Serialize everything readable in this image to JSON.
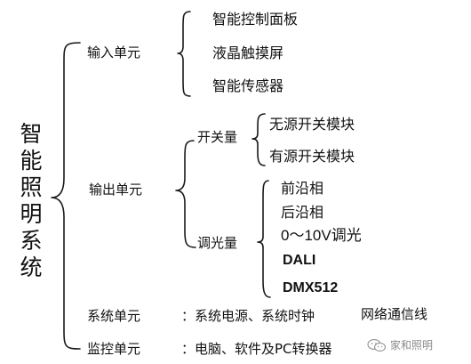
{
  "root": {
    "title": "智能照明系统"
  },
  "input_unit": {
    "label": "输入单元",
    "items": [
      "智能控制面板",
      "液晶触摸屏",
      "智能传感器"
    ]
  },
  "output_unit": {
    "label": "输出单元",
    "switching": {
      "label": "开关量",
      "items": [
        "无源开关模块",
        "有源开关模块"
      ]
    },
    "dimming": {
      "label": "调光量",
      "items": [
        "前沿相",
        "后沿相",
        "0～10V调光",
        "DALI",
        "DMX512"
      ]
    }
  },
  "system_unit": {
    "label": "系统单元",
    "detail": "：系统电源、系统时钟",
    "extra": "网络通信线"
  },
  "monitor_unit": {
    "label": "监控单元",
    "detail": "：电脑、软件及PC转换器"
  },
  "watermark": {
    "text": "家和照明"
  },
  "colors": {
    "line": "#1a1a1a",
    "text": "#111111",
    "watermark": "#8a8a8a"
  }
}
